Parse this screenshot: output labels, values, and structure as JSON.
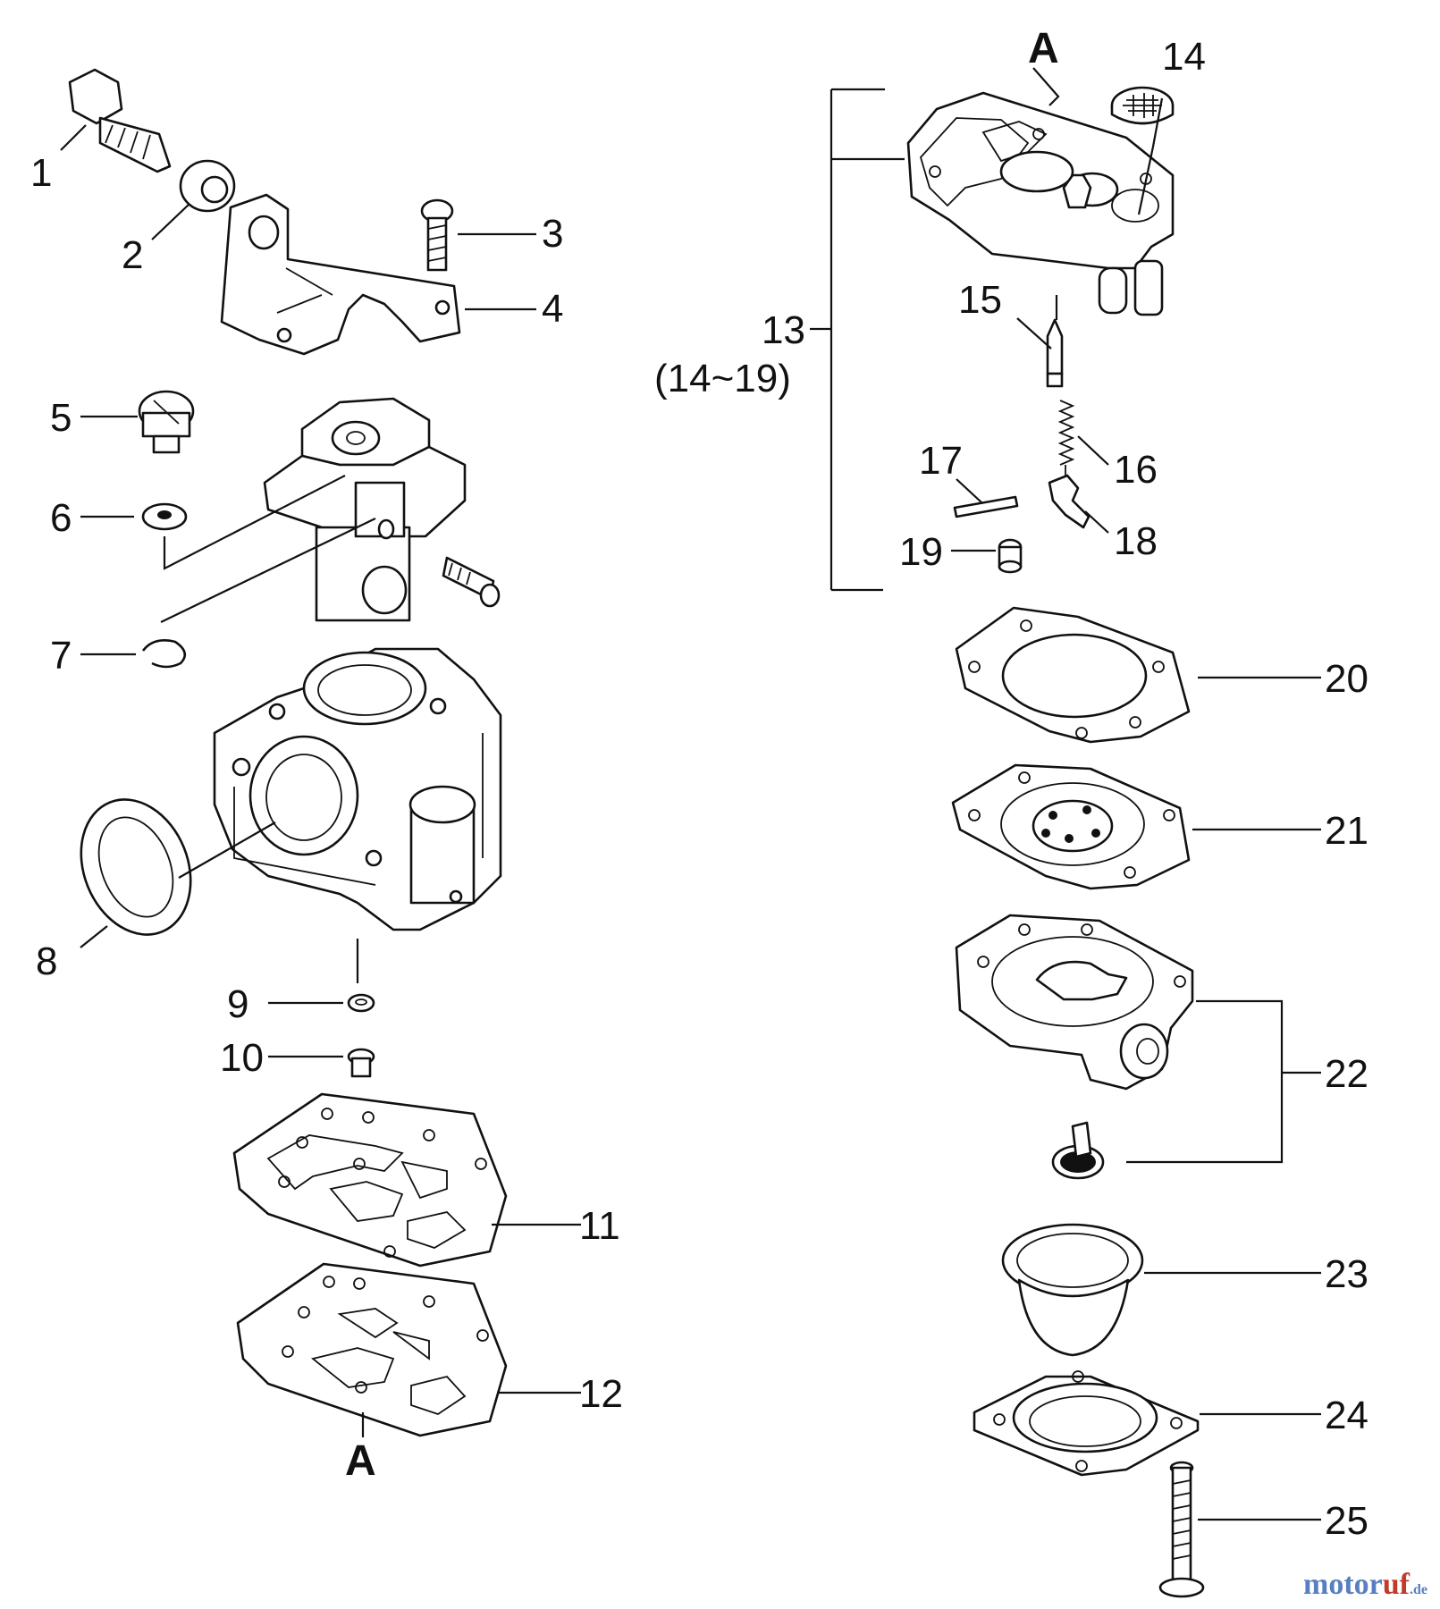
{
  "callouts": {
    "c1": "1",
    "c2": "2",
    "c3": "3",
    "c4": "4",
    "c5": "5",
    "c6": "6",
    "c7": "7",
    "c8": "8",
    "c9": "9",
    "c10": "10",
    "c11": "11",
    "c12": "12",
    "c13": "13",
    "c13_range": "(14~19)",
    "c14": "14",
    "c15": "15",
    "c16": "16",
    "c17": "17",
    "c18": "18",
    "c19": "19",
    "c20": "20",
    "c21": "21",
    "c22": "22",
    "c23": "23",
    "c24": "24",
    "c25": "25"
  },
  "refs": {
    "top": "A",
    "bottom": "A"
  },
  "watermark": {
    "brand_a": "motor",
    "brand_b": "uf",
    "suffix": ".de"
  }
}
